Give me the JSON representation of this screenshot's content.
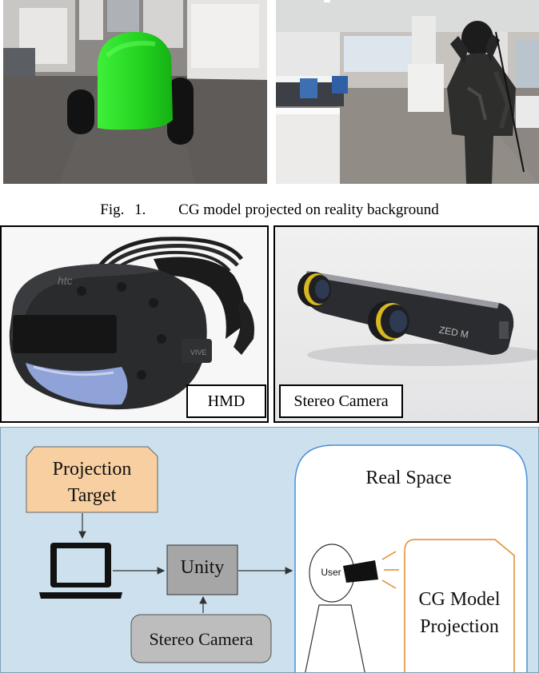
{
  "figure1": {
    "caption_label": "Fig.",
    "caption_number": "1.",
    "caption_text": "CG model projected on reality background"
  },
  "figure2": {
    "hmd_label": "HMD",
    "camera_label": "Stereo Camera",
    "hmd_brand_text": "htc",
    "hmd_side_text": "VIVE",
    "camera_brand_text": "ZED M"
  },
  "diagram": {
    "projection_target": "Projection\nTarget",
    "unity": "Unity",
    "stereo_camera": "Stereo Camera",
    "real_space": "Real Space",
    "user": "User",
    "cg_model_projection": "CG Model\nProjection",
    "colors": {
      "background": "#cde0ed",
      "projection_target_fill": "#f7cfa0",
      "unity_fill": "#a6a6a6",
      "stereo_camera_fill": "#bdbdbd",
      "real_space_border": "#4a90d9",
      "cg_model_border": "#e08a2a"
    }
  }
}
